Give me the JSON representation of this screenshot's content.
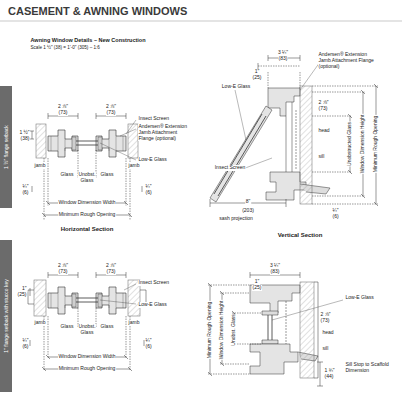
{
  "diagram": {
    "title": "CASEMENT & AWNING WINDOWS",
    "nodes": [
      {
        "text": [
          "1 ½\" flange setback"
        ]
      },
      {
        "text": [
          "1\" flange setback with stucco key"
        ]
      }
    ],
    "labels": [
      "Awning Window Details – New Construction",
      "Scale 1 ½\" (38) = 1'-0\" (305) – 1:6",
      "2 ⅞\"",
      "(73)",
      "2 ⅞\"",
      "(73)",
      "Insect Screen",
      "Andersen® Extension Jamb Attachment Flange (optional)",
      "Low-E Glass",
      "jamb",
      "jamb",
      "1 ½\"",
      "(38)",
      "Glass",
      "Unobst.",
      "Glass",
      "Glass",
      "¼\"",
      "(6)",
      "¼\"",
      "(6)",
      "Window Dimension Width",
      "Minimum Rough Opening",
      "Horizontal Section",
      "3 ¼\"",
      "(83)",
      "1\"",
      "(25)",
      "Andersen® Extension Jamb Attachment Flange (optional)",
      "Low-E Glass",
      "2 ⅞\"",
      "(73)",
      "head",
      "sill",
      "Insect Screen",
      "8\"",
      "(203)",
      "sash projection",
      "Unobstructed Glass",
      "Window Dimension Height",
      "Minimum Rough Opening",
      "¼\"",
      "(6)",
      "Vertical Section",
      "2 ⅞\"",
      "(73)",
      "2 ⅞\"",
      "(73)",
      "Insect Screen",
      "Low-E Glass",
      "jamb",
      "jamb",
      "1\"",
      "(25)",
      "Glass",
      "Unobst.",
      "Glass",
      "Glass",
      "¼\"",
      "(6)",
      "¼\"",
      "(6)",
      "Window Dimension Width",
      "Minimum Rough Opening",
      "3 ¼\"",
      "(83)",
      "1\"",
      "(25)",
      "Low-E Glass",
      "2 ⅞\"",
      "(73)",
      "head",
      "sill",
      "1 ¾\"",
      "(44)",
      "Sill Stop to Scaffold Dimension",
      "Minimum Rough Opening",
      "Window Dimension Height",
      "Unobst. Glass"
    ]
  }
}
